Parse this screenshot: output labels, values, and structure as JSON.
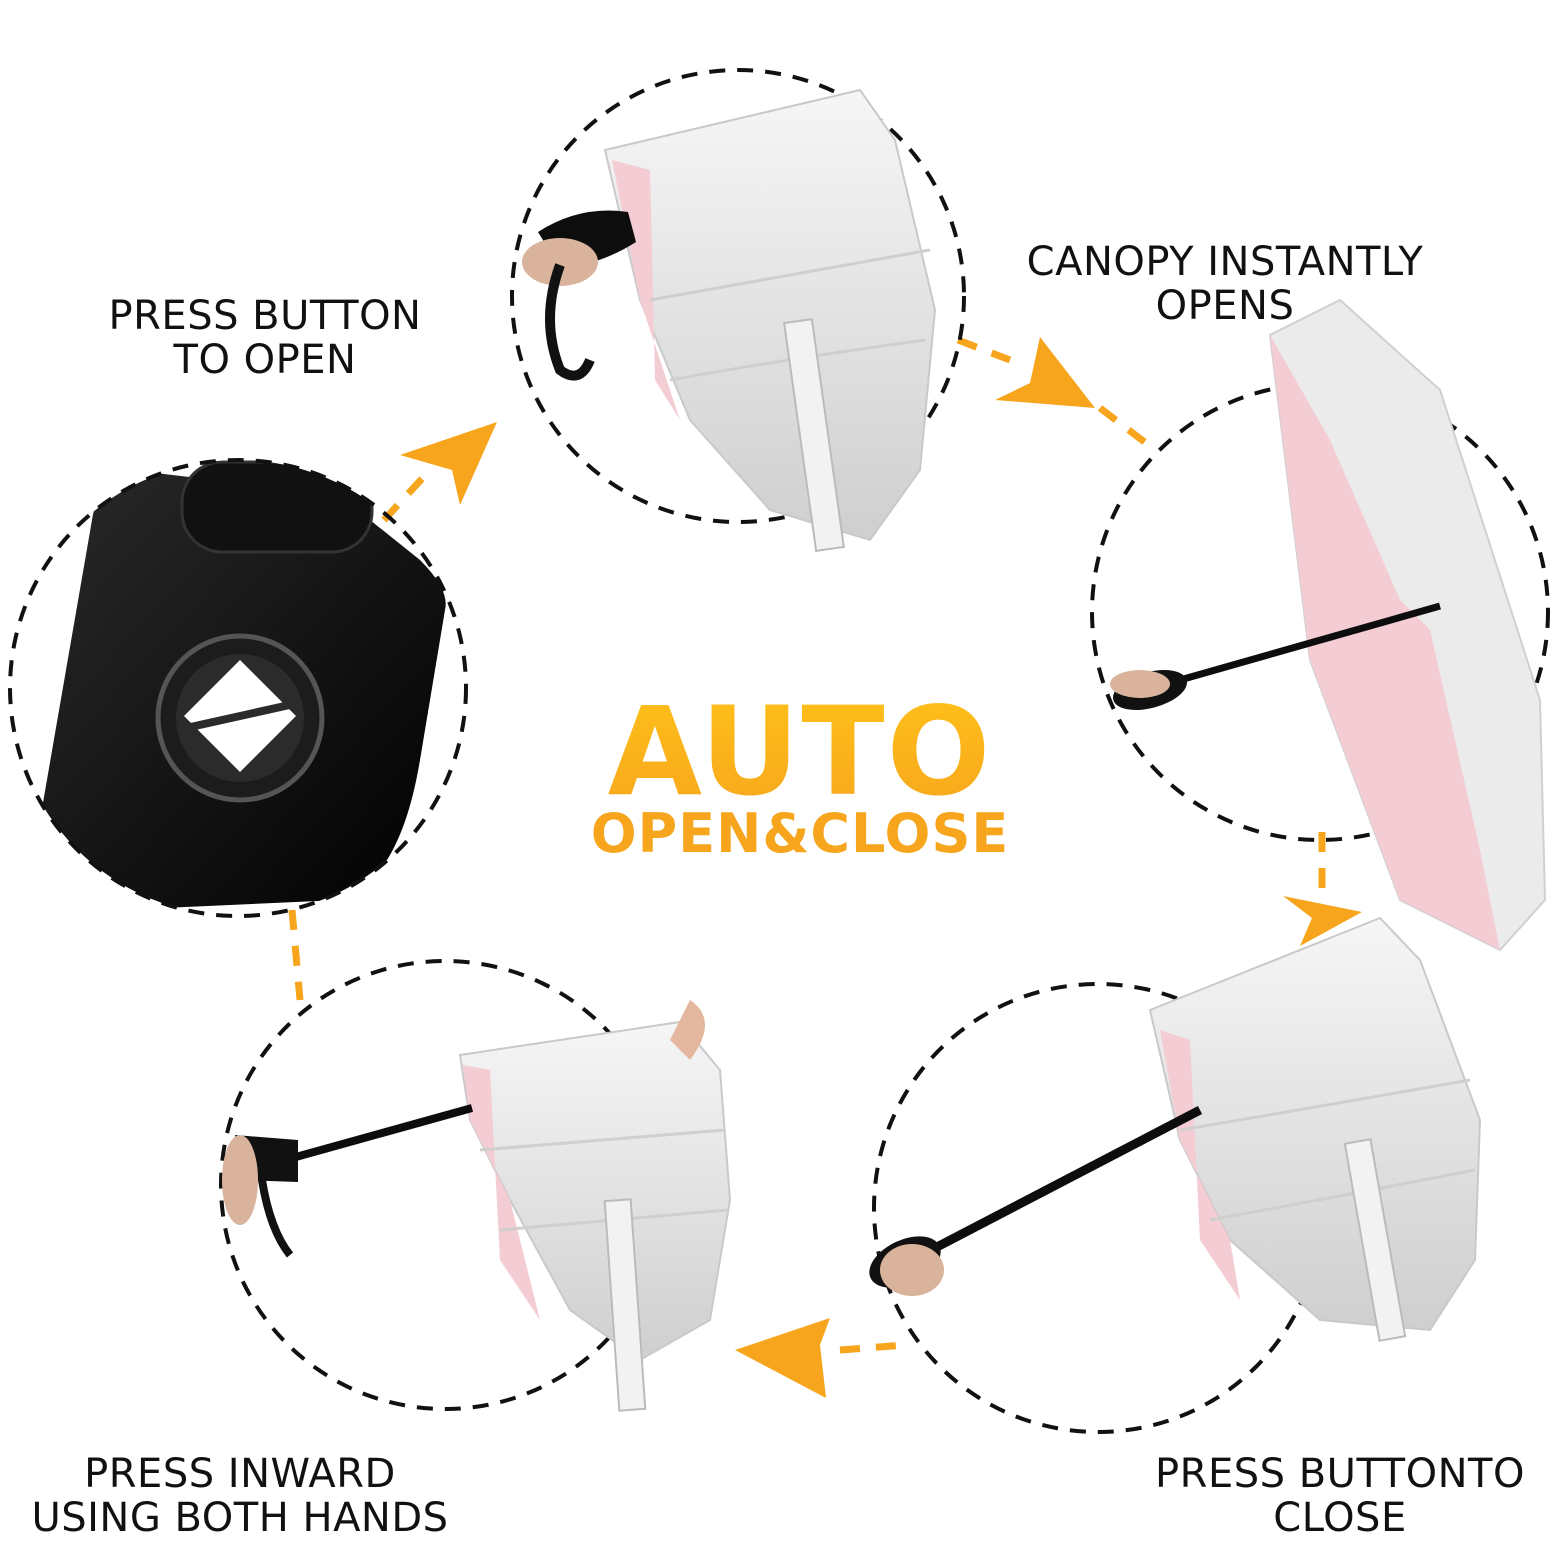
{
  "title": {
    "main": "AUTO",
    "sub": "OPEN&CLOSE",
    "color_top": "#ffc21a",
    "color_bottom": "#f7a51c"
  },
  "steps": [
    {
      "label_line1": "PRESS BUTTON",
      "label_line2": "TO OPEN"
    },
    {
      "label_line1": "CANOPY INSTANTLY",
      "label_line2": "OPENS"
    },
    {
      "label_line1": "PRESS BUTTONTO",
      "label_line2": "CLOSE"
    },
    {
      "label_line1": "PRESS INWARD",
      "label_line2": "USING BOTH HANDS"
    }
  ],
  "colors": {
    "arrow": "#f7a51c",
    "circle_border": "#111111",
    "canopy_silver": "#e9e9e9",
    "canopy_pink": "#f4ccd3",
    "handle_black": "#0d0d0d"
  }
}
